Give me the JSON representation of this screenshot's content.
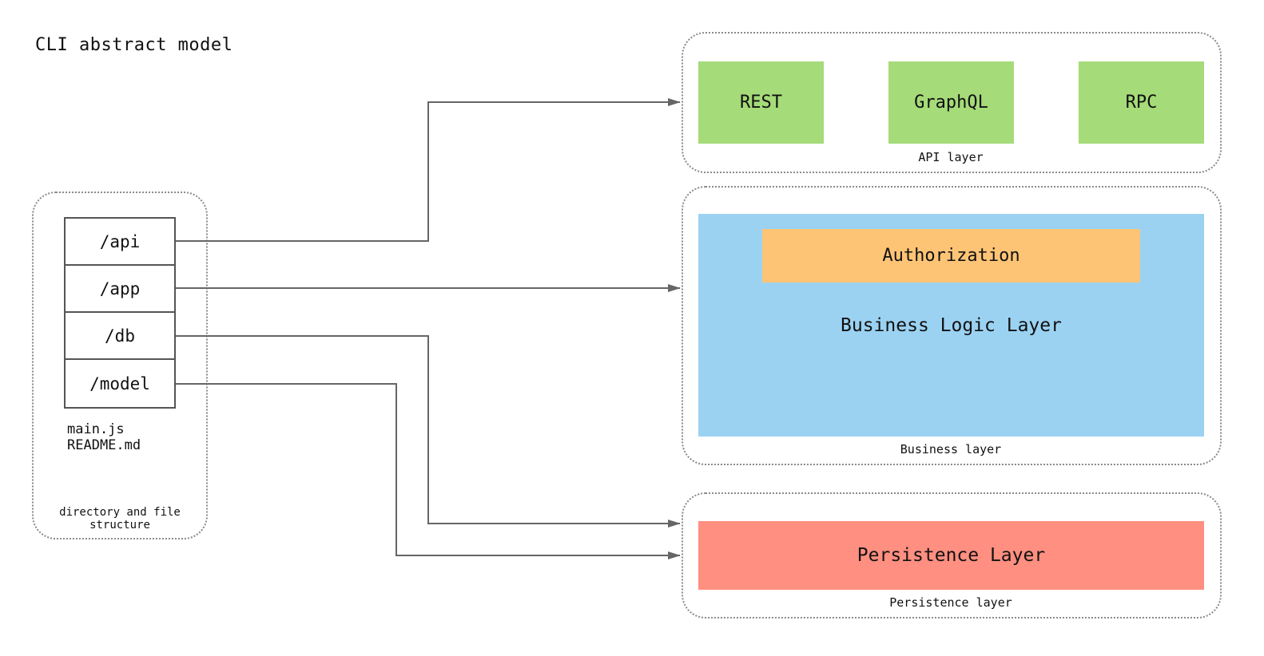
{
  "title": "CLI abstract model",
  "directory": {
    "caption": "directory and file structure",
    "folders": [
      "/api",
      "/app",
      "/db",
      "/model"
    ],
    "files": [
      "main.js",
      "README.md"
    ]
  },
  "api_layer": {
    "caption": "API layer",
    "items": [
      "REST",
      "GraphQL",
      "RPC"
    ]
  },
  "business_layer": {
    "caption": "Business layer",
    "main_label": "Business Logic Layer",
    "sub_label": "Authorization"
  },
  "persistence_layer": {
    "caption": "Persistence layer",
    "main_label": "Persistence Layer"
  },
  "colors": {
    "api_box": "#a5db78",
    "business_box": "#9bd2f2",
    "authorization_box": "#fec476",
    "persistence_box": "#ff8f80",
    "connector": "#666666"
  },
  "connections": [
    {
      "from": "/api",
      "to": "API layer"
    },
    {
      "from": "/app",
      "to": "Business layer"
    },
    {
      "from": "/db",
      "to": "Persistence layer"
    },
    {
      "from": "/model",
      "to": "Persistence layer"
    }
  ]
}
